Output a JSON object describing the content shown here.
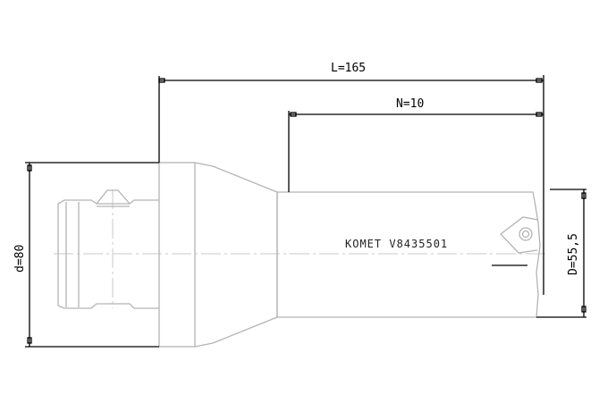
{
  "drawing": {
    "dimensions": {
      "overall_length": "L=165",
      "n_length": "N=10",
      "shank_diameter": "d=80",
      "cutting_diameter": "D=55,5"
    },
    "part_label": "KOMET V8435501",
    "colors": {
      "outline": "#b4b4b4",
      "dimension": "#000000"
    }
  }
}
